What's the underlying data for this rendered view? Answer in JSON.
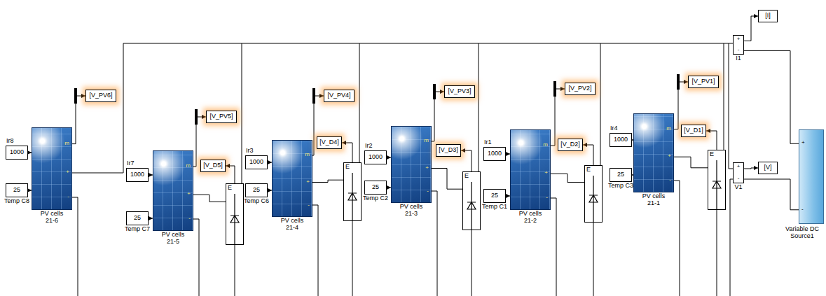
{
  "diagram": {
    "nodes": [
      {
        "text": [
          "Ir8",
          "1000"
        ]
      },
      {
        "text": [
          "25",
          "Temp C8"
        ]
      },
      {
        "text": [
          "PV cells 21-6"
        ]
      },
      {
        "text": [
          "[V_PV6]"
        ]
      },
      {
        "text": [
          "Ir7",
          "1000"
        ]
      },
      {
        "text": [
          "25",
          "Temp C7"
        ]
      },
      {
        "text": [
          "PV cells 21-5"
        ]
      },
      {
        "text": [
          "[V_PV5]"
        ]
      },
      {
        "text": [
          "[V_D5]"
        ]
      },
      {
        "text": [
          "E"
        ]
      },
      {
        "text": [
          "Ir3",
          "1000"
        ]
      },
      {
        "text": [
          "25",
          "Temp C6"
        ]
      },
      {
        "text": [
          "PV cells 21-4"
        ]
      },
      {
        "text": [
          "[V_PV4]"
        ]
      },
      {
        "text": [
          "[V_D4]"
        ]
      },
      {
        "text": [
          "E"
        ]
      },
      {
        "text": [
          "Ir2",
          "1000"
        ]
      },
      {
        "text": [
          "25",
          "Temp C2"
        ]
      },
      {
        "text": [
          "PV cells 21-3"
        ]
      },
      {
        "text": [
          "[V_PV3]"
        ]
      },
      {
        "text": [
          "[V_D3]"
        ]
      },
      {
        "text": [
          "E"
        ]
      },
      {
        "text": [
          "Ir1",
          "1000"
        ]
      },
      {
        "text": [
          "25",
          "Temp C1"
        ]
      },
      {
        "text": [
          "PV cells 21-2"
        ]
      },
      {
        "text": [
          "[V_PV2]"
        ]
      },
      {
        "text": [
          "[V_D2]"
        ]
      },
      {
        "text": [
          "E"
        ]
      },
      {
        "text": [
          "Ir4",
          "1000"
        ]
      },
      {
        "text": [
          "25",
          "Temp C3"
        ]
      },
      {
        "text": [
          "PV cells 21-1"
        ]
      },
      {
        "text": [
          "[V_PV1]"
        ]
      },
      {
        "text": [
          "[V_D1]"
        ]
      },
      {
        "text": [
          "E"
        ]
      },
      {
        "text": [
          "I1"
        ]
      },
      {
        "text": [
          "[I]"
        ]
      },
      {
        "text": [
          "V1"
        ]
      },
      {
        "text": [
          "[V]"
        ]
      },
      {
        "text": [
          "Variable DC Source1"
        ]
      }
    ],
    "edges": [
      {
        "from": 0,
        "to": 2,
        "arrow": "to"
      },
      {
        "from": 1,
        "to": 2,
        "arrow": "to"
      },
      {
        "from": 2,
        "to": 3,
        "arrow": "to"
      },
      {
        "from": 4,
        "to": 6,
        "arrow": "to"
      },
      {
        "from": 5,
        "to": 6,
        "arrow": "to"
      },
      {
        "from": 6,
        "to": 7,
        "arrow": "to"
      },
      {
        "from": 9,
        "to": 8,
        "arrow": "to"
      },
      {
        "from": 6,
        "to": 9,
        "arrow": "none"
      },
      {
        "from": 10,
        "to": 12,
        "arrow": "to"
      },
      {
        "from": 11,
        "to": 12,
        "arrow": "to"
      },
      {
        "from": 12,
        "to": 13,
        "arrow": "to"
      },
      {
        "from": 15,
        "to": 14,
        "arrow": "to"
      },
      {
        "from": 12,
        "to": 15,
        "arrow": "none"
      },
      {
        "from": 16,
        "to": 18,
        "arrow": "to"
      },
      {
        "from": 17,
        "to": 18,
        "arrow": "to"
      },
      {
        "from": 18,
        "to": 19,
        "arrow": "to"
      },
      {
        "from": 21,
        "to": 20,
        "arrow": "to"
      },
      {
        "from": 18,
        "to": 21,
        "arrow": "none"
      },
      {
        "from": 22,
        "to": 24,
        "arrow": "to"
      },
      {
        "from": 23,
        "to": 24,
        "arrow": "to"
      },
      {
        "from": 24,
        "to": 25,
        "arrow": "to"
      },
      {
        "from": 27,
        "to": 26,
        "arrow": "to"
      },
      {
        "from": 24,
        "to": 27,
        "arrow": "none"
      },
      {
        "from": 28,
        "to": 30,
        "arrow": "to"
      },
      {
        "from": 29,
        "to": 30,
        "arrow": "to"
      },
      {
        "from": 30,
        "to": 31,
        "arrow": "to"
      },
      {
        "from": 33,
        "to": 32,
        "arrow": "to"
      },
      {
        "from": 30,
        "to": 33,
        "arrow": "none"
      },
      {
        "from": 34,
        "to": 35,
        "arrow": "to"
      },
      {
        "from": 36,
        "to": 37,
        "arrow": "to"
      },
      {
        "from": 34,
        "to": 38,
        "arrow": "none"
      },
      {
        "from": 36,
        "to": 38,
        "arrow": "none"
      }
    ],
    "labels": [
      "m",
      "+",
      "-",
      "m",
      "+",
      "-",
      "m",
      "+",
      "-",
      "m",
      "+",
      "-",
      "m",
      "+",
      "-",
      "m",
      "+",
      "-",
      "+",
      "-",
      "+",
      "-",
      "+",
      "-"
    ]
  }
}
